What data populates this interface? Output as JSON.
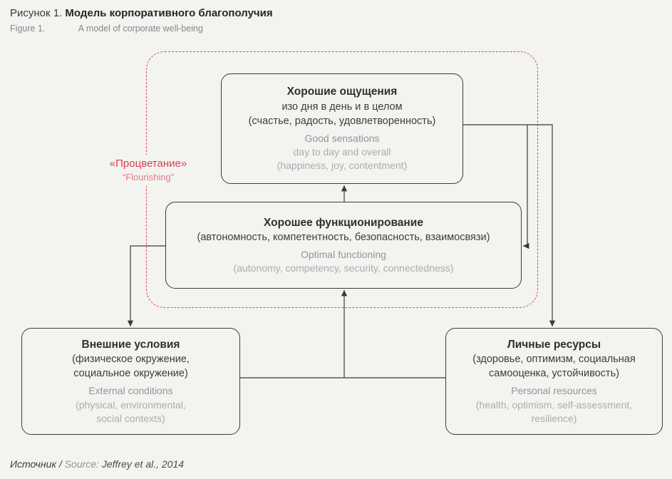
{
  "header": {
    "label_ru": "Рисунок 1.",
    "title_ru": "Модель корпоративного благополучия",
    "label_en": "Figure 1.",
    "title_en": "A model of corporate well-being"
  },
  "flourishing": {
    "ru": "«Процветание»",
    "en": "“Flourishing”"
  },
  "boxes": {
    "sensations": {
      "title_ru": "Хорошие ощущения",
      "ru_line1": "изо дня в день и в целом",
      "ru_line2": "(счастье, радость, удовлетворенность)",
      "en_line1": "Good sensations",
      "en_line2": "day to day and overall",
      "en_line3": "(happiness, joy, contentment)"
    },
    "functioning": {
      "title_ru": "Хорошее функционирование",
      "ru_line1": "(автономность, компетентность, безопасность, взаимосвязи)",
      "en_line1": "Optimal functioning",
      "en_line2": "(autonomy, competency, security, connectedness)"
    },
    "external": {
      "title_ru": "Внешние условия",
      "ru_line1": "(физическое окружение,",
      "ru_line2": "социальное окружение)",
      "en_line1": "External conditions",
      "en_line2": "(physical, environmental,",
      "en_line3": "social contexts)"
    },
    "personal": {
      "title_ru": "Личные ресурсы",
      "ru_line1": "(здоровье, оптимизм, социальная",
      "ru_line2": "самооценка, устойчивость)",
      "en_line1": "Personal resources",
      "en_line2": "(health, optimism, self-assessment,",
      "en_line3": "resilience)"
    }
  },
  "edges": [
    {
      "from": "functioning",
      "to": "sensations"
    },
    {
      "from": "external-and-personal-junction",
      "to": "functioning"
    },
    {
      "from": "sensations",
      "to": "functioning"
    },
    {
      "from": "sensations",
      "to": "personal"
    },
    {
      "from": "functioning",
      "to": "external"
    }
  ],
  "footer": {
    "source_ru": "Источник /",
    "source_en": "Source:",
    "citation": "Jeffrey et al., 2014"
  },
  "colors": {
    "accent_red": "#dd4b5c",
    "text_dark": "#3c3c3c",
    "text_gray_en": "#a9adb1",
    "background": "#f3f3f0"
  }
}
